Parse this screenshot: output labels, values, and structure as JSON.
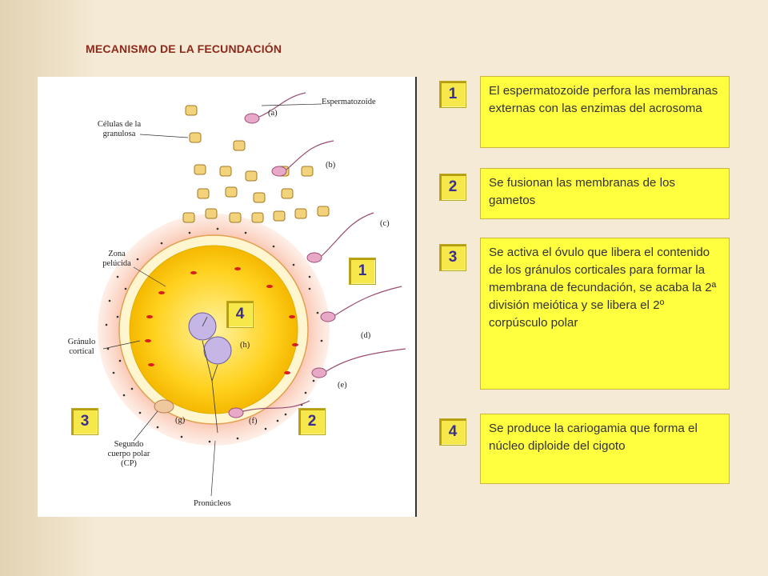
{
  "title": "MECANISMO DE LA FECUNDACIÓN",
  "figure_labels": {
    "espermatozoide": "Espermatozoide",
    "celulas_granulosa": "Células de la granulosa",
    "zona_pelucida": "Zona pelúcida",
    "granulo_cortical": "Gránulo cortical",
    "segundo_cuerpo_polar": "Segundo cuerpo polar (CP)",
    "pronucleos": "Pronúcleos",
    "letters": [
      "(a)",
      "(b)",
      "(c)",
      "(d)",
      "(e)",
      "(f)",
      "(g)",
      "(h)"
    ]
  },
  "figure_badges": [
    "1",
    "4",
    "3",
    "2"
  ],
  "steps": [
    {
      "number": "1",
      "text": "El espermatozoide perfora las membranas externas con las enzimas del acrosoma"
    },
    {
      "number": "2",
      "text": "Se fusionan las membranas de los gametos"
    },
    {
      "number": "3",
      "text": "Se activa el óvulo que libera el contenido de los gránulos corticales para formar la membrana de fecundación, se acaba la 2ª división meiótica y se libera el 2º corpúsculo polar"
    },
    {
      "number": "4",
      "text": "Se produce la cariogamia que forma el núcleo diploide del cigoto"
    }
  ],
  "colors": {
    "badge": "#f6e84a",
    "badge_text": "#3a2f8f",
    "step_box": "#ffff40",
    "title": "#8b2a1a",
    "ovum": "#ffd21f",
    "halo": "#f7a88a"
  }
}
